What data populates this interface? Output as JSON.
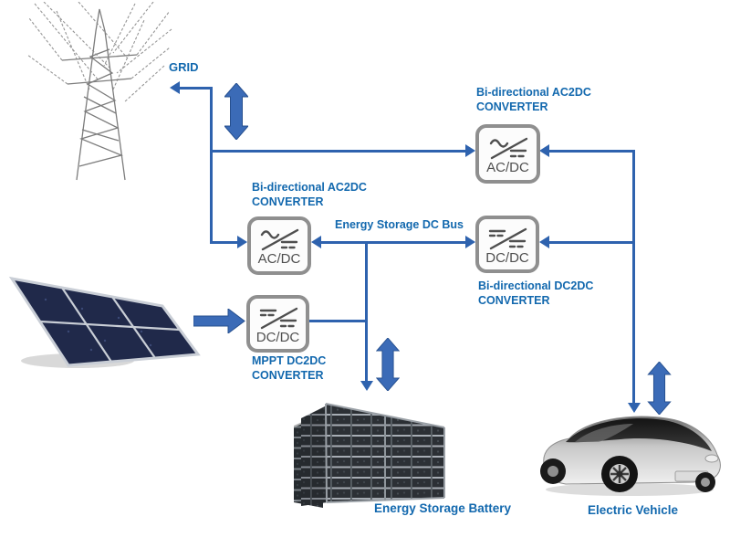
{
  "diagram": {
    "grid_label": "GRID",
    "bus_label": "Energy Storage DC Bus",
    "battery_label": "Energy Storage Battery",
    "vehicle_label": "Electric Vehicle",
    "converters": {
      "grid_ev_acdc": {
        "name_line1": "Bi-directional AC2DC",
        "name_line2": "CONVERTER",
        "box_text": "AC/DC"
      },
      "grid_bus_acdc": {
        "name_line1": "Bi-directional AC2DC",
        "name_line2": "CONVERTER",
        "box_text": "AC/DC"
      },
      "ev_bus_dcdc": {
        "name_line1": "Bi-directional DC2DC",
        "name_line2": "CONVERTER",
        "box_text": "DC/DC"
      },
      "mppt_dcdc": {
        "name_line1": "MPPT DC2DC",
        "name_line2": "CONVERTER",
        "box_text": "DC/DC"
      }
    },
    "colors": {
      "connector_blue": "#2e62ae",
      "label_blue": "#1268ae",
      "bold_arrow_fill": "#3b6bb7",
      "bold_arrow_edge": "#27508f",
      "box_border_gray": "#8f8f8f",
      "box_text_gray": "#4f4f4f"
    }
  }
}
